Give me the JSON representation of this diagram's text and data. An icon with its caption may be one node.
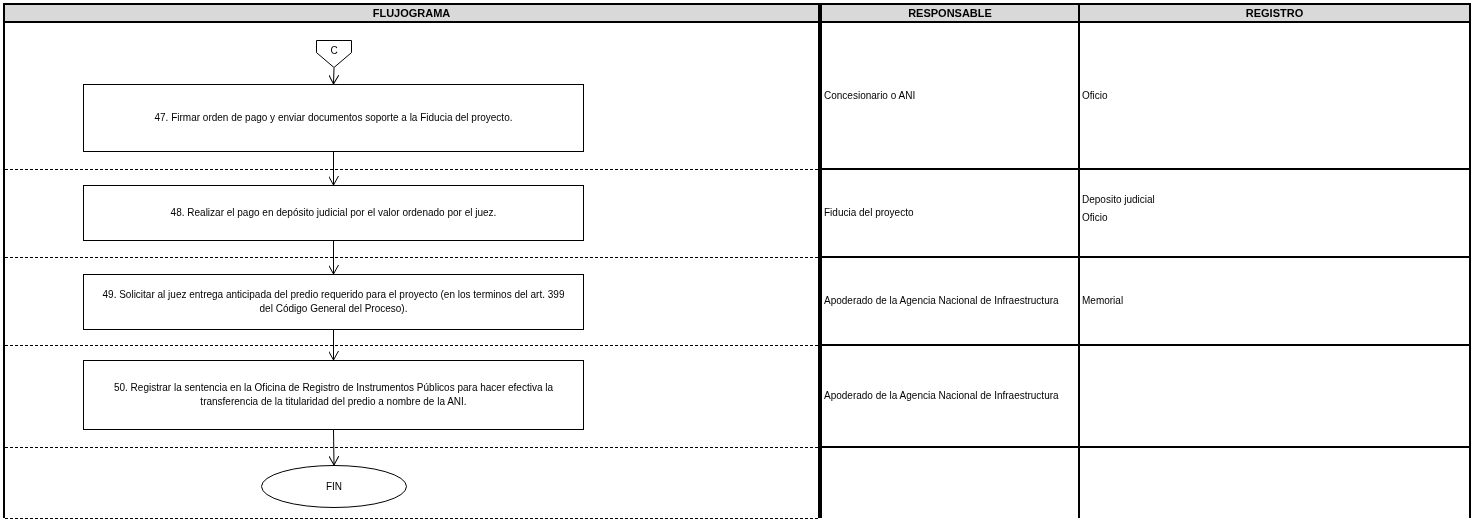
{
  "diagram": {
    "nodes": [
      {
        "text": [
          "C"
        ]
      },
      {
        "text": [
          "47. Firmar orden de pago y enviar documentos soporte a la Fiducia del proyecto."
        ]
      },
      {
        "text": [
          "48. Realizar el pago en depósito judicial por el valor ordenado por el juez."
        ]
      },
      {
        "text": [
          "49. Solicitar al juez entrega anticipada del predio requerido para el proyecto (en los terminos del art. 399 del Código General del Proceso)."
        ]
      },
      {
        "text": [
          "50. Registrar la sentencia en la Oficina de Registro de Instrumentos Públicos para hacer efectiva la transferencia de la titularidad del predio a nombre de la ANI."
        ]
      },
      {
        "text": [
          "FIN"
        ]
      }
    ],
    "edges": [
      {
        "from": 0,
        "to": 1,
        "arrow": "to"
      },
      {
        "from": 1,
        "to": 2,
        "arrow": "to"
      },
      {
        "from": 2,
        "to": 3,
        "arrow": "to"
      },
      {
        "from": 3,
        "to": 4,
        "arrow": "to"
      },
      {
        "from": 4,
        "to": 5,
        "arrow": "to"
      }
    ],
    "labels": [
      "FLUJOGRAMA",
      "RESPONSABLE",
      "REGISTRO",
      "Concesionario o ANI",
      "Oficio",
      "Fiducia del proyecto",
      "Deposito judicial",
      "Oficio",
      "Apoderado de la Agencia Nacional de Infraestructura",
      "Memorial",
      "Apoderado de la Agencia Nacional de Infraestructura"
    ]
  }
}
